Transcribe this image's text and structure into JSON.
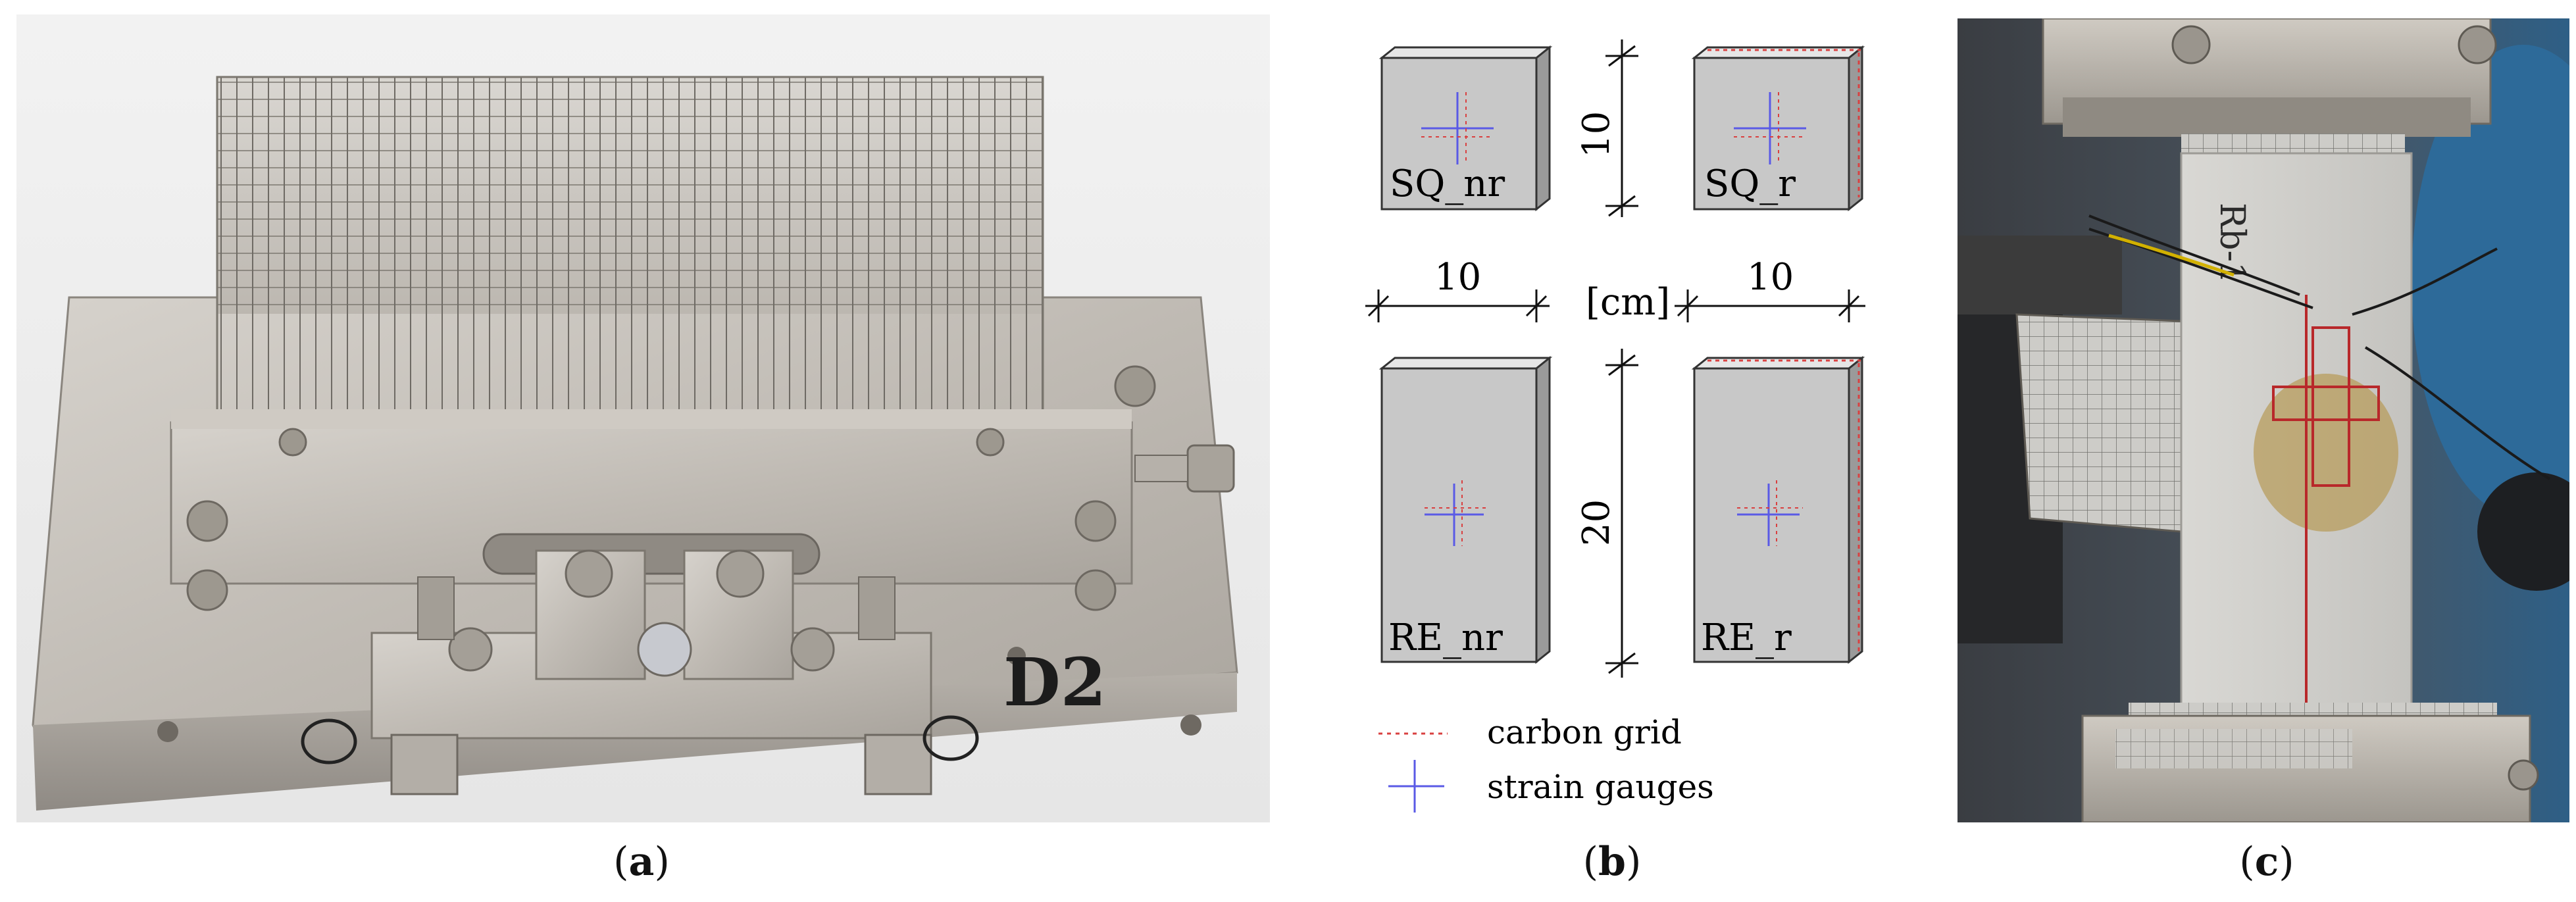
{
  "figure": {
    "panel_a": {
      "caption_letter": "a",
      "photo_marking": "D2"
    },
    "panel_b": {
      "caption_letter": "b",
      "specimens": [
        {
          "label": "SQ_nr"
        },
        {
          "label": "SQ_r"
        },
        {
          "label": "RE_nr"
        },
        {
          "label": "RE_r"
        }
      ],
      "dimensions": {
        "sq_height": "10",
        "width_left": "10",
        "width_right": "10",
        "unit": "[cm]",
        "re_height": "20"
      },
      "legend": {
        "carbon_grid": "carbon grid",
        "strain_gauges": "strain gauges"
      },
      "colors": {
        "carbon_grid": "#d94040",
        "strain_gauges": "#5a5ae6",
        "specimen_fill": "#c8c8c8"
      }
    },
    "panel_c": {
      "caption_letter": "c",
      "photo_marking": "Rb-1"
    }
  }
}
